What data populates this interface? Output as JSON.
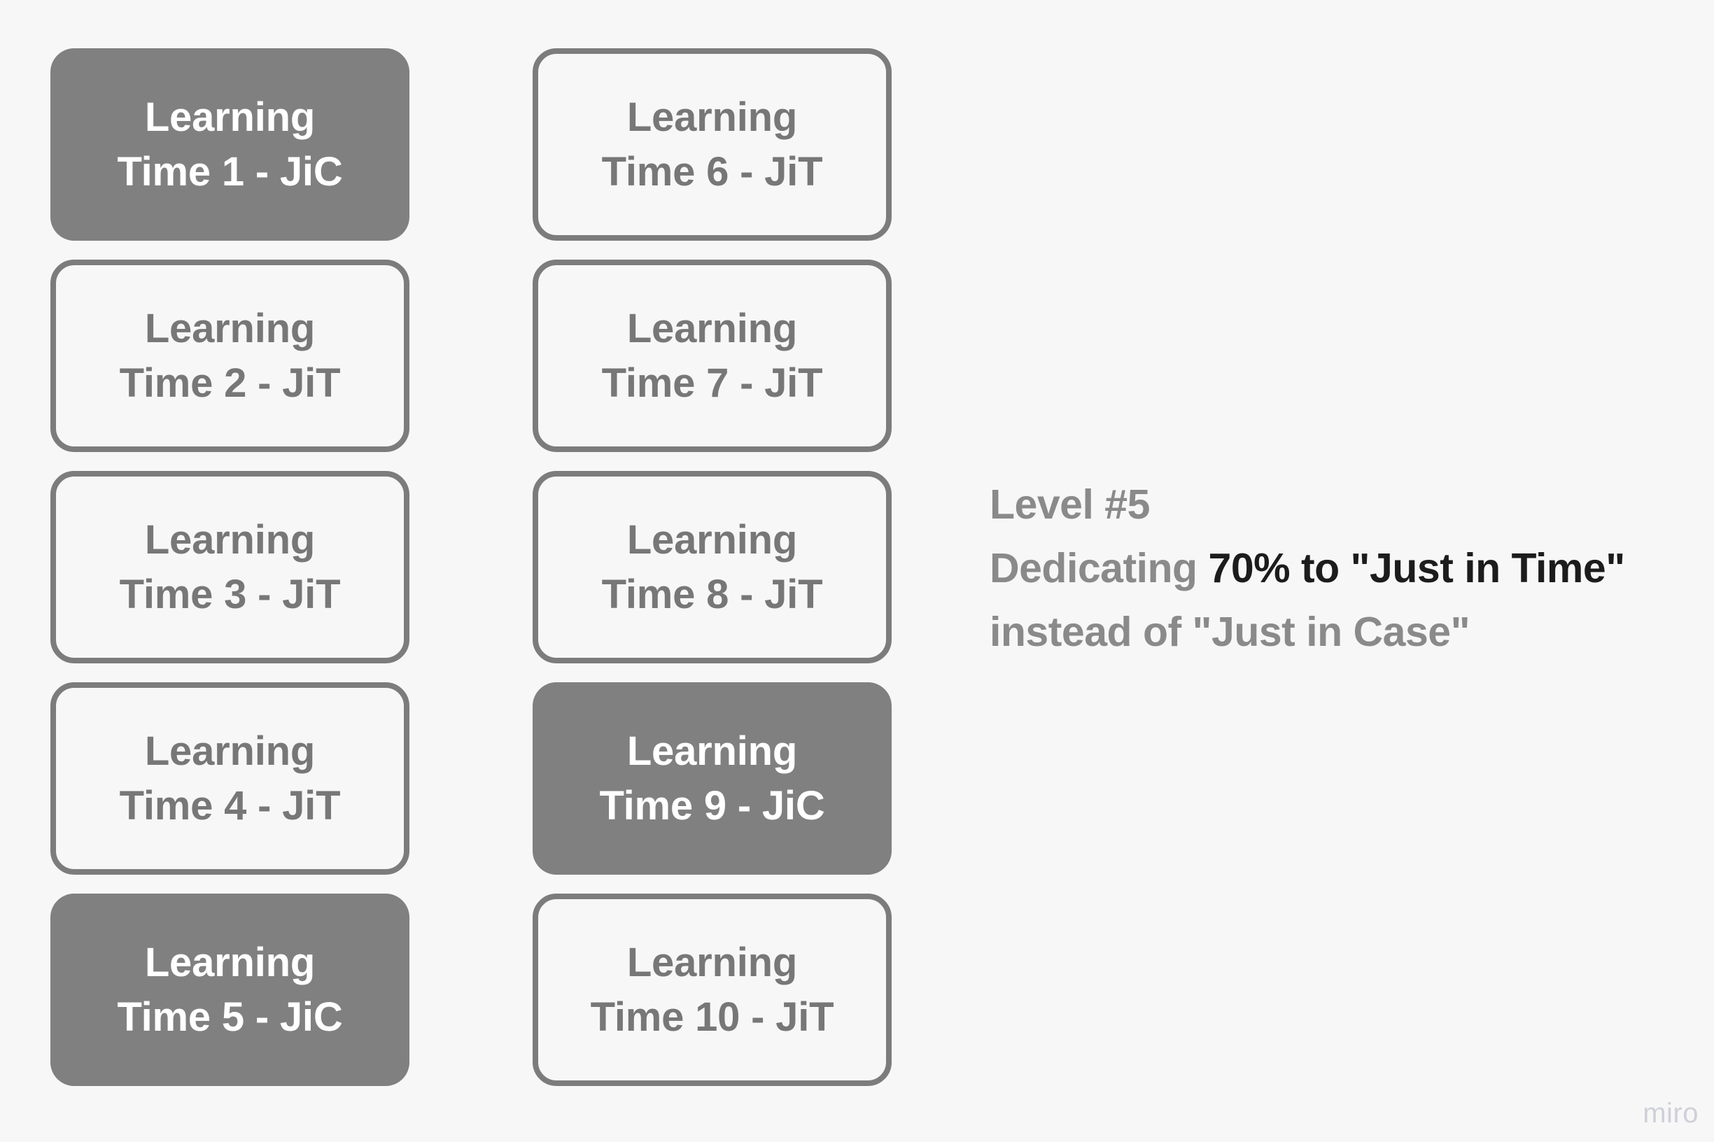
{
  "board": {
    "background_color": "#f7f7f7",
    "filled_color": "#808080",
    "outline_color": "#7c7c7c",
    "filled_text_color": "#ffffff",
    "outline_text_color": "#777777"
  },
  "columns": [
    {
      "name": "column-1",
      "cards": [
        {
          "line1": "Learning",
          "line2": "Time 1 - JiC",
          "style": "filled",
          "mode": "JiC"
        },
        {
          "line1": "Learning",
          "line2": "Time 2 - JiT",
          "style": "outlined",
          "mode": "JiT"
        },
        {
          "line1": "Learning",
          "line2": "Time 3 - JiT",
          "style": "outlined",
          "mode": "JiT"
        },
        {
          "line1": "Learning",
          "line2": "Time 4 - JiT",
          "style": "outlined",
          "mode": "JiT"
        },
        {
          "line1": "Learning",
          "line2": "Time 5 - JiC",
          "style": "filled",
          "mode": "JiC"
        }
      ]
    },
    {
      "name": "column-2",
      "cards": [
        {
          "line1": "Learning",
          "line2": "Time 6 - JiT",
          "style": "outlined",
          "mode": "JiT"
        },
        {
          "line1": "Learning",
          "line2": "Time 7 - JiT",
          "style": "outlined",
          "mode": "JiT"
        },
        {
          "line1": "Learning",
          "line2": "Time 8 - JiT",
          "style": "outlined",
          "mode": "JiT"
        },
        {
          "line1": "Learning",
          "line2": "Time 9 - JiC",
          "style": "filled",
          "mode": "JiC"
        },
        {
          "line1": "Learning",
          "line2": "Time 10 - JiT",
          "style": "outlined",
          "mode": "JiT"
        }
      ]
    }
  ],
  "annotation": {
    "line1": "Level #5",
    "line2_prefix": "Dedicating ",
    "line2_highlight": "70% to \"Just in Time\"",
    "line3": "instead of \"Just in Case\"",
    "highlight_color": "#1c1c1c",
    "base_color": "#8a8a8a"
  },
  "watermark": {
    "label": "miro"
  }
}
